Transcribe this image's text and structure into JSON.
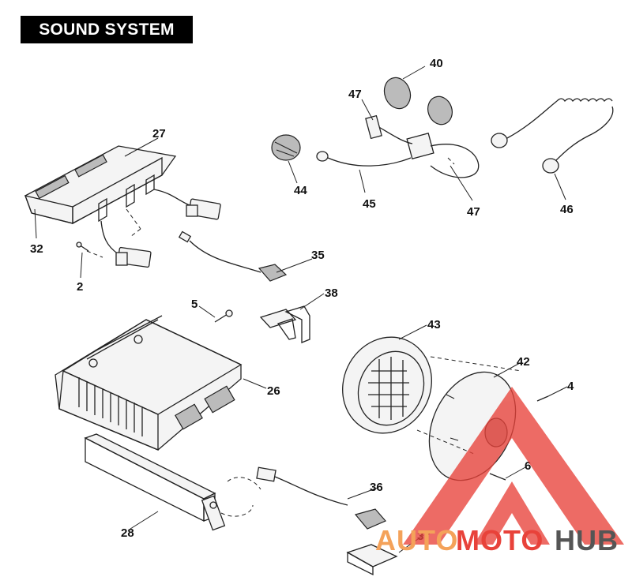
{
  "title": "SOUND SYSTEM",
  "callouts": [
    {
      "id": "27",
      "label": "27"
    },
    {
      "id": "32",
      "label": "32"
    },
    {
      "id": "2",
      "label": "2"
    },
    {
      "id": "35",
      "label": "35"
    },
    {
      "id": "44",
      "label": "44"
    },
    {
      "id": "40",
      "label": "40"
    },
    {
      "id": "47a",
      "label": "47"
    },
    {
      "id": "45",
      "label": "45"
    },
    {
      "id": "47b",
      "label": "47"
    },
    {
      "id": "46",
      "label": "46"
    },
    {
      "id": "5",
      "label": "5"
    },
    {
      "id": "38",
      "label": "38"
    },
    {
      "id": "43",
      "label": "43"
    },
    {
      "id": "42",
      "label": "42"
    },
    {
      "id": "4",
      "label": "4"
    },
    {
      "id": "26",
      "label": "26"
    },
    {
      "id": "6",
      "label": "6"
    },
    {
      "id": "28",
      "label": "28"
    },
    {
      "id": "36",
      "label": "36"
    },
    {
      "id": "37",
      "label": "37"
    }
  ],
  "watermark": {
    "part1": "AUTO",
    "part2": "MOTO",
    "part3": "HUB",
    "color_primary": "#e8423a",
    "color_secondary": "#f4a25a",
    "color_dark": "#555555"
  }
}
